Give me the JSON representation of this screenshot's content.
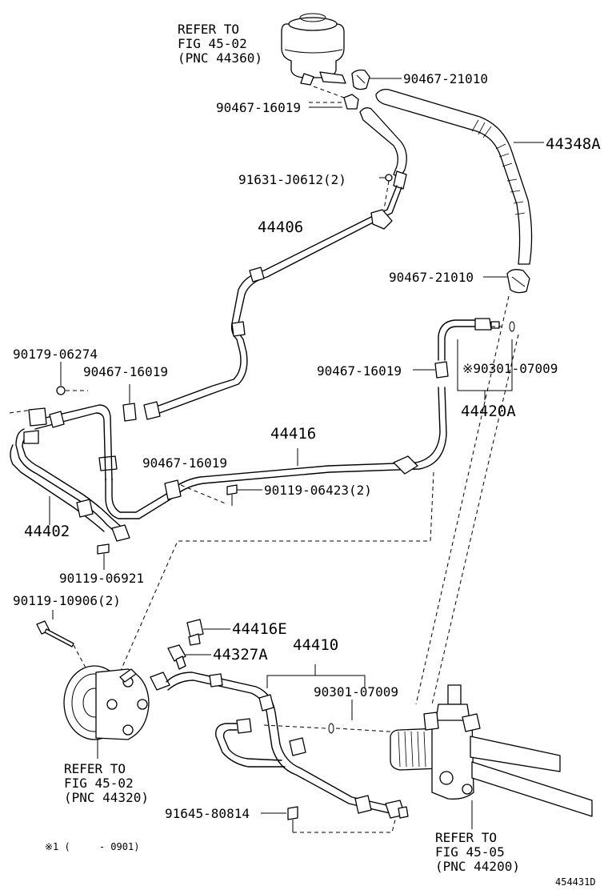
{
  "callouts": {
    "refer_reservoir": [
      "REFER TO",
      "FIG 45-02",
      "(PNC 44360)"
    ],
    "clip_top": "90467-21010",
    "clip_top_left": "90467-16019",
    "hose_return": "44348A",
    "bolt_bracket": "91631-J0612(2)",
    "tube_44406": "44406",
    "clip_mid": "90467-21010",
    "clip_right": "90467-16019",
    "oring_right": "※90301-07009",
    "tube_44420a": "44420A",
    "grommet": "90179-06274",
    "clip_left": "90467-16019",
    "tube_44416": "44416",
    "clip_lower": "90467-16019",
    "bolt_44416": "90119-06423(2)",
    "tube_44402": "44402",
    "bolt_44402": "90119-06921",
    "bolt_pump": "90119-10906(2)",
    "union_44416e": "44416E",
    "union_44327a": "44327A",
    "hose_44410": "44410",
    "oring_lower": "90301-07009",
    "refer_pump": [
      "REFER TO",
      "FIG 45-02",
      "(PNC 44320)"
    ],
    "bolt_bottom": "91645-80814",
    "refer_gear": [
      "REFER TO",
      "FIG 45-05",
      "(PNC 44200)"
    ],
    "footnote": "※1 (     - 0901)",
    "diagram_id": "454431D"
  }
}
